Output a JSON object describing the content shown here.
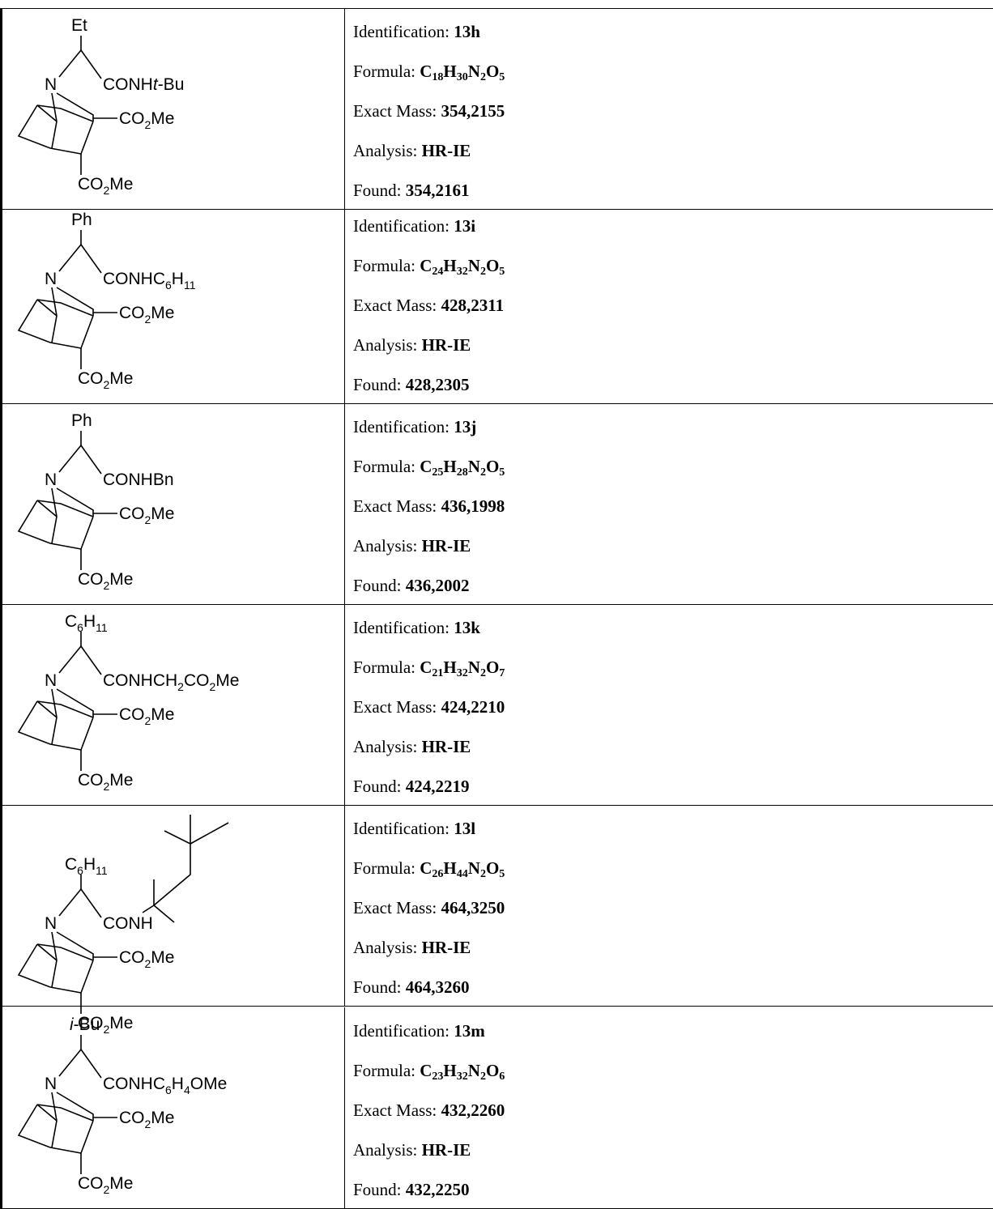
{
  "labels": {
    "identification": "Identification: ",
    "formula": "Formula: ",
    "exact_mass": "Exact Mass: ",
    "analysis": "Analysis: ",
    "found": "Found: "
  },
  "entries": [
    {
      "id": "13h",
      "formula": [
        [
          "C",
          "18"
        ],
        [
          "H",
          "30"
        ],
        [
          "N",
          "2"
        ],
        [
          "O",
          "5"
        ]
      ],
      "exact_mass": "354,2155",
      "analysis": "HR-IE",
      "found": "354,2161",
      "structure": {
        "top": "Et",
        "amide": "CONH",
        "amide_suffix_italic": "t",
        "amide_suffix": "-Bu",
        "ester_top": "CO2Me",
        "ester_bottom": "CO2Me"
      }
    },
    {
      "id": "13i",
      "formula": [
        [
          "C",
          "24"
        ],
        [
          "H",
          "32"
        ],
        [
          "N",
          "2"
        ],
        [
          "O",
          "5"
        ]
      ],
      "exact_mass": "428,2311",
      "analysis": "HR-IE",
      "found": "428,2305",
      "structure": {
        "top": "Ph",
        "amide": "CONHC6H11",
        "ester_top": "CO2Me",
        "ester_bottom": "CO2Me"
      }
    },
    {
      "id": "13j",
      "formula": [
        [
          "C",
          "25"
        ],
        [
          "H",
          "28"
        ],
        [
          "N",
          "2"
        ],
        [
          "O",
          "5"
        ]
      ],
      "exact_mass": "436,1998",
      "analysis": "HR-IE",
      "found": "436,2002",
      "structure": {
        "top": "Ph",
        "amide": "CONHBn",
        "ester_top": "CO2Me",
        "ester_bottom": "CO2Me"
      }
    },
    {
      "id": "13k",
      "formula": [
        [
          "C",
          "21"
        ],
        [
          "H",
          "32"
        ],
        [
          "N",
          "2"
        ],
        [
          "O",
          "7"
        ]
      ],
      "exact_mass": "424,2210",
      "analysis": "HR-IE",
      "found": "424,2219",
      "structure": {
        "top": "C6H11",
        "amide": "CONHCH2CO2Me",
        "ester_top": "CO2Me",
        "ester_bottom": "CO2Me"
      }
    },
    {
      "id": "13l",
      "formula": [
        [
          "C",
          "26"
        ],
        [
          "H",
          "44"
        ],
        [
          "N",
          "2"
        ],
        [
          "O",
          "5"
        ]
      ],
      "exact_mass": "464,3250",
      "analysis": "HR-IE",
      "found": "464,3260",
      "structure": {
        "top": "C6H11",
        "amide": "CONH",
        "ester_top": "CO2Me",
        "ester_bottom": "CO2Me"
      }
    },
    {
      "id": "13m",
      "formula": [
        [
          "C",
          "23"
        ],
        [
          "H",
          "32"
        ],
        [
          "N",
          "2"
        ],
        [
          "O",
          "6"
        ]
      ],
      "exact_mass": "432,2260",
      "analysis": "HR-IE",
      "found": "432,2250",
      "structure": {
        "top": "i-Bu",
        "amide": "CONHC6H4OMe",
        "ester_top": "CO2Me",
        "ester_bottom": "CO2Me"
      }
    }
  ]
}
